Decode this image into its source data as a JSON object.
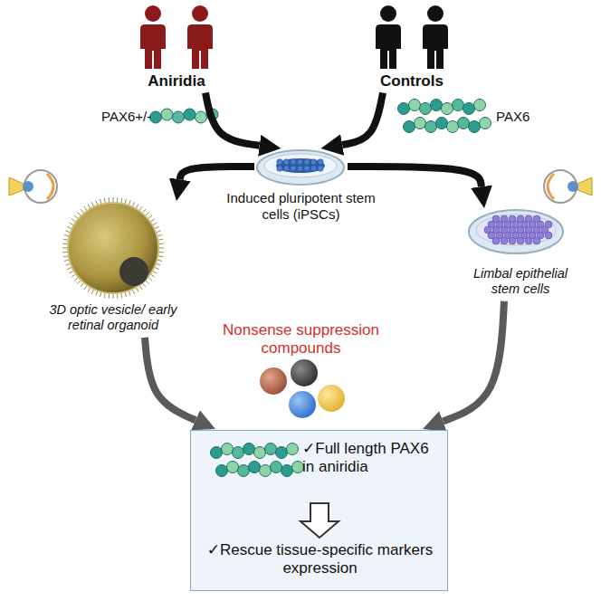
{
  "diagram": {
    "nodes": [
      {
        "text": [
          "Aniridia"
        ]
      },
      {
        "text": [
          "Controls"
        ]
      },
      {
        "text": [
          "Induced pluripotent stem cells (iPSCs)"
        ]
      },
      {
        "text": [
          "3D optic vesicle/ early retinal organoid"
        ]
      },
      {
        "text": [
          "Limbal epithelial stem cells"
        ]
      },
      {
        "text": [
          "✓Full length PAX6 in aniridia",
          "✓Rescue tissue-specific markers expression"
        ]
      }
    ],
    "edges": [
      {
        "from": 0,
        "to": 2,
        "arrow": "to"
      },
      {
        "from": 1,
        "to": 2,
        "arrow": "to"
      },
      {
        "from": 2,
        "to": 3,
        "arrow": "to"
      },
      {
        "from": 2,
        "to": 4,
        "arrow": "to"
      },
      {
        "from": 3,
        "to": 5,
        "arrow": "to"
      },
      {
        "from": 4,
        "to": 5,
        "arrow": "to"
      }
    ],
    "labels": [
      "PAX6+/-",
      "PAX6",
      "Nonsense suppression compounds"
    ]
  }
}
